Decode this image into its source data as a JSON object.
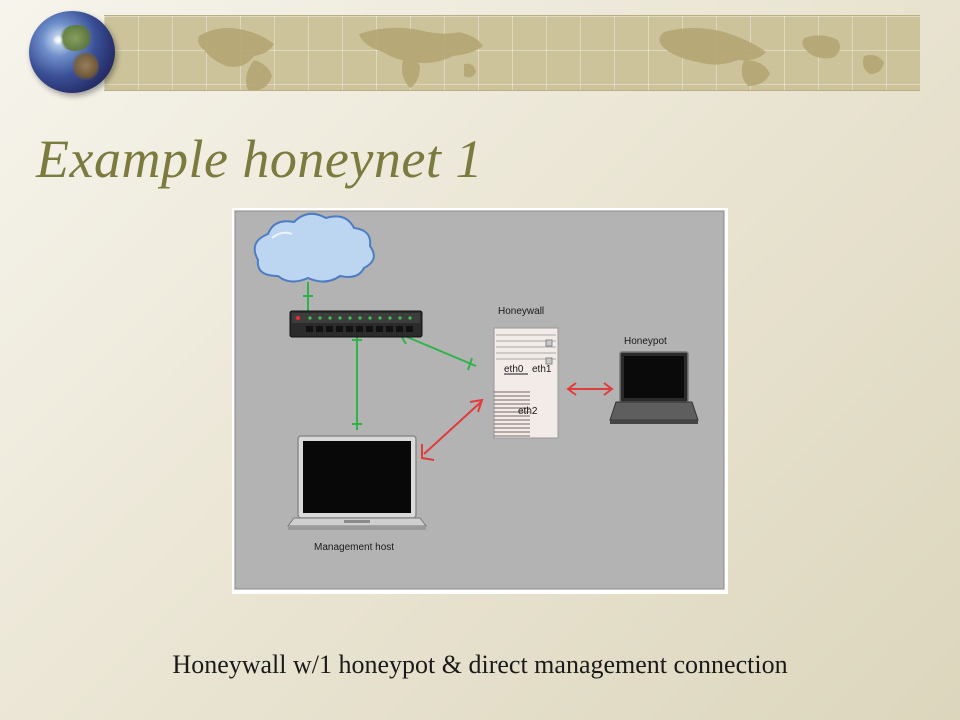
{
  "slide": {
    "title": "Example honeynet 1",
    "caption": "Honeywall w/1 honeypot & direct management connection"
  },
  "diagram": {
    "labels": {
      "honeywall": "Honeywall",
      "honeypot": "Honeypot",
      "management_host": "Management host",
      "eth0": "eth0",
      "eth1": "eth1",
      "eth2": "eth2"
    },
    "colors": {
      "background": "#b3b3b3",
      "green_link": "#2fb34a",
      "red_link": "#e23b3b",
      "cloud": "#bcd6f2"
    },
    "icons": [
      "cloud-icon",
      "switch-icon",
      "honeywall-server-icon",
      "laptop-icon"
    ]
  }
}
